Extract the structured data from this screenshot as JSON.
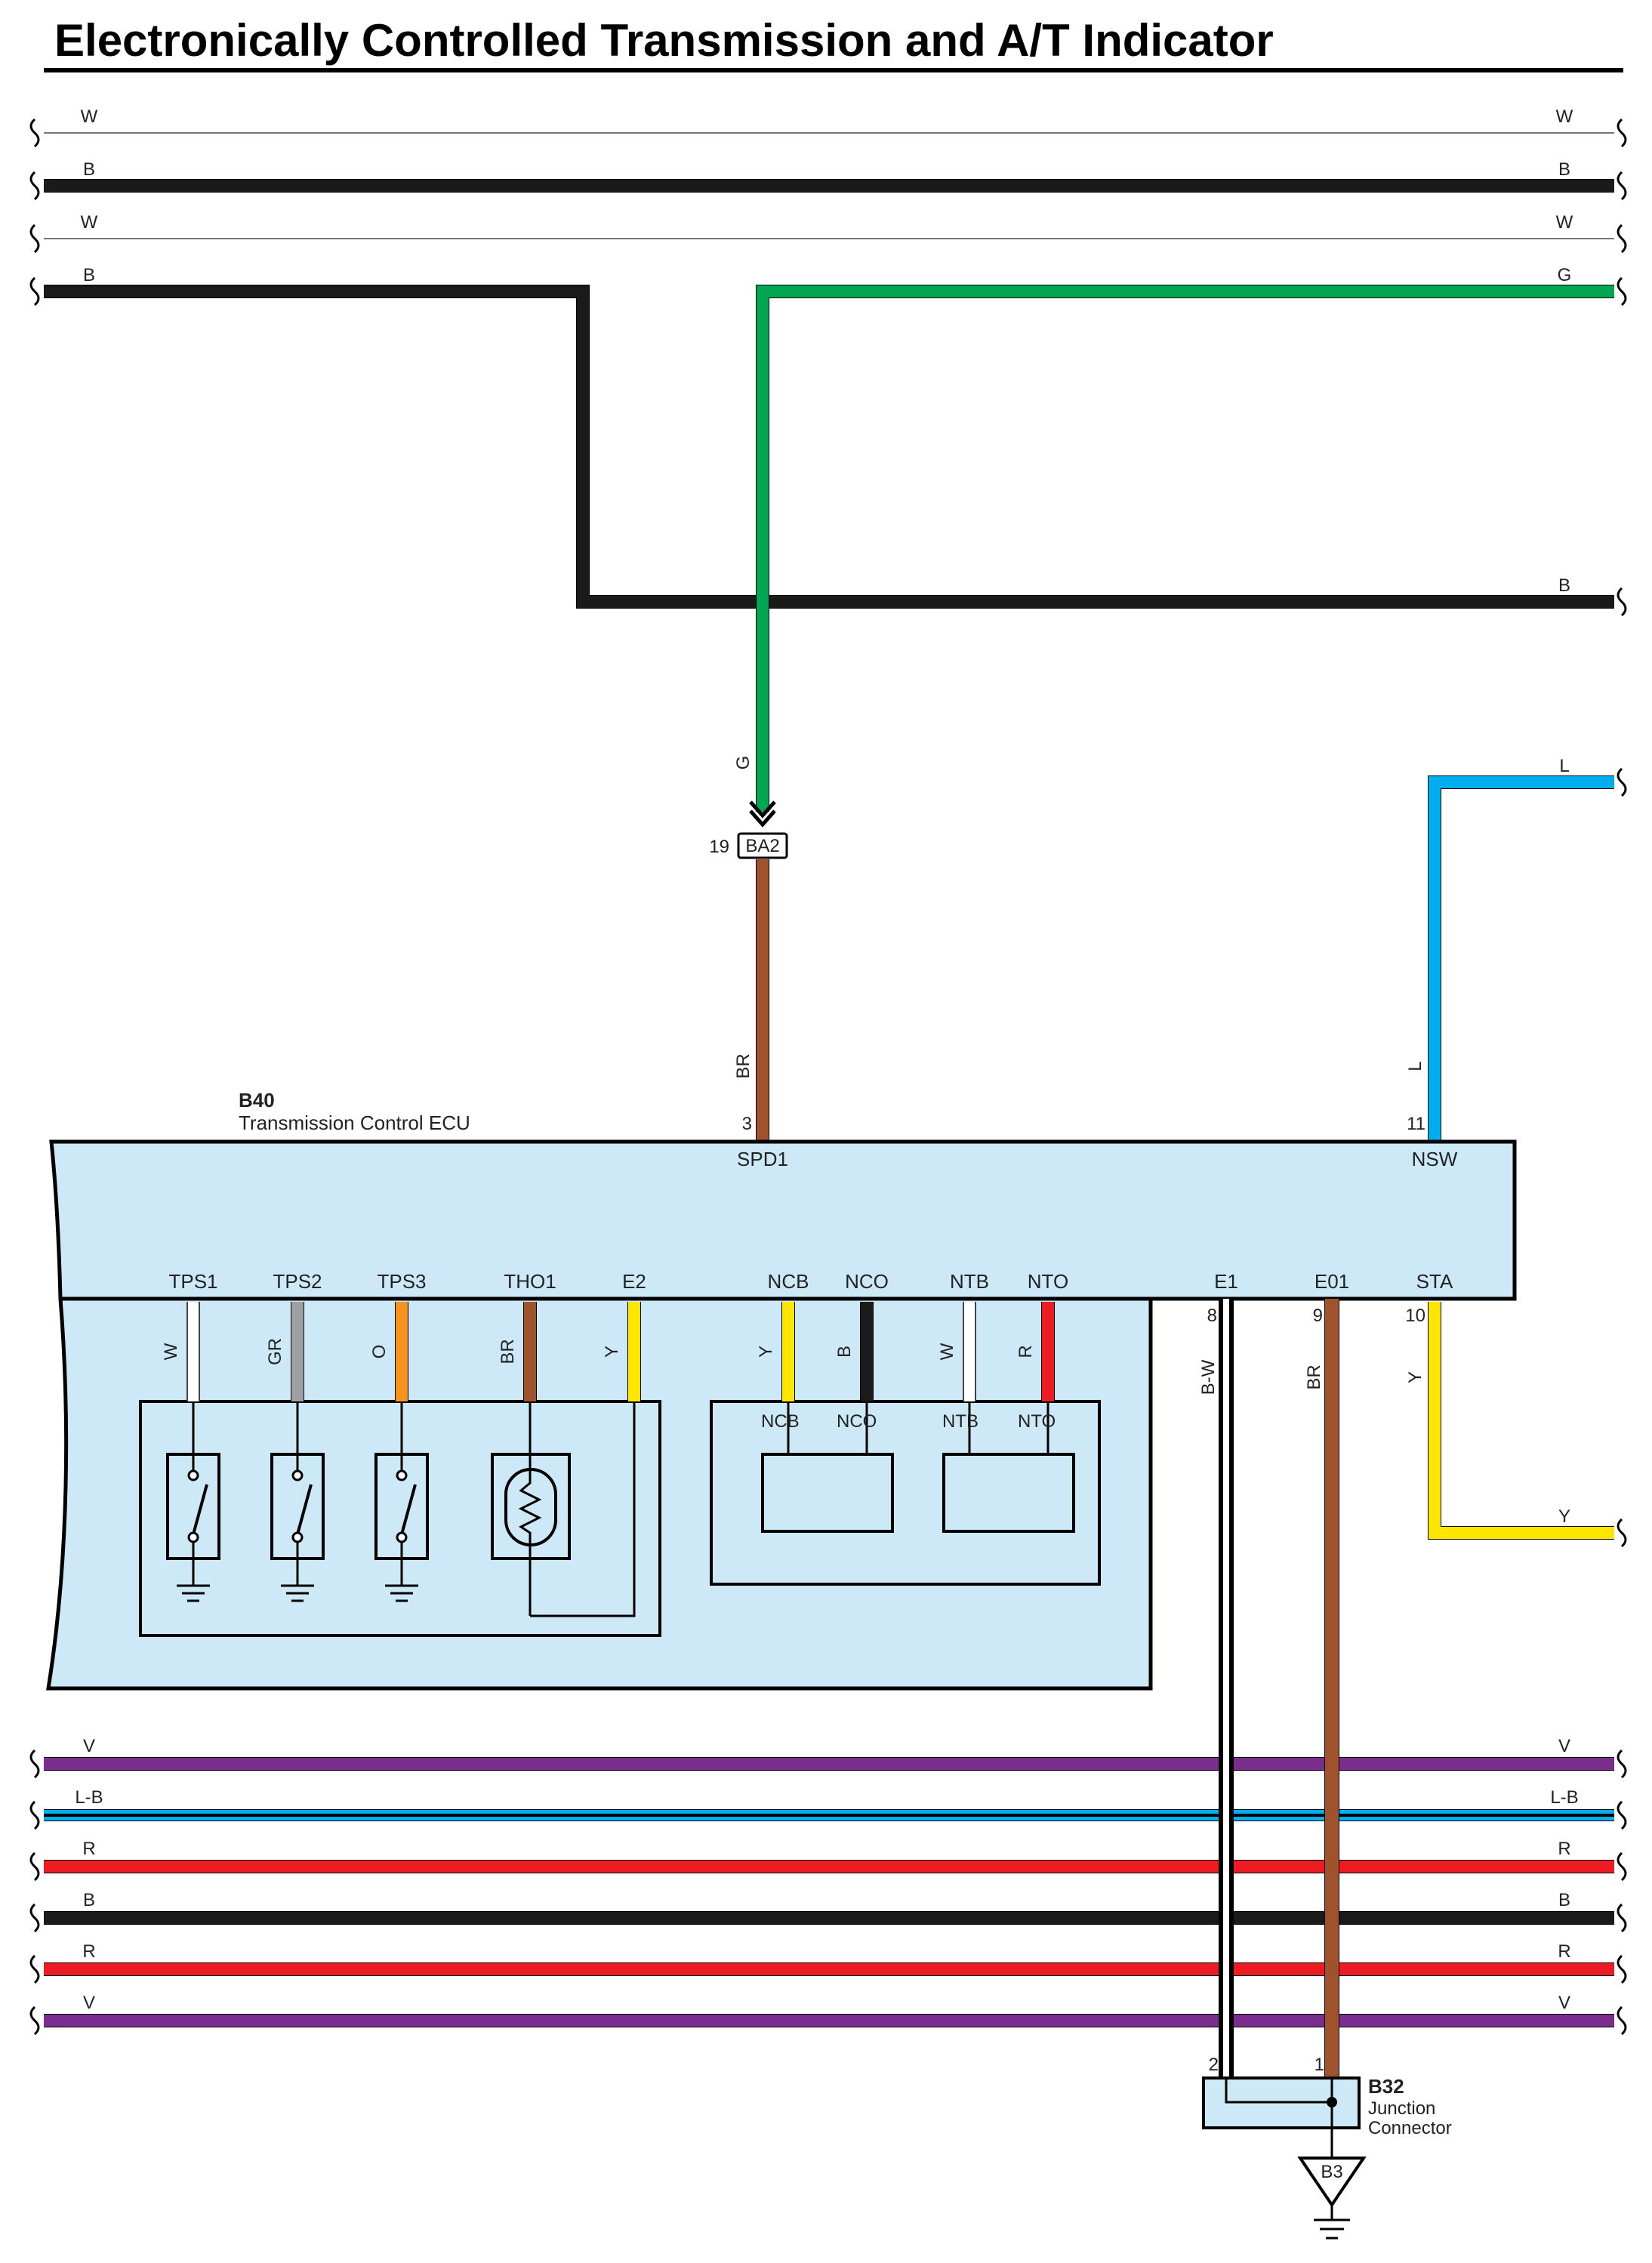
{
  "title": "Electronically Controlled Transmission and A/T Indicator",
  "colors": {
    "W": "#ffffff",
    "B": "#1a1a1a",
    "G": "#00a651",
    "BR": "#a0522d",
    "L": "#00aeef",
    "Y": "#ffe600",
    "GR": "#9d9fa2",
    "O": "#f7941d",
    "R": "#ed1c24",
    "V": "#7b2d8e",
    "ecu_fill": "#cde9f8"
  },
  "top_bus": [
    {
      "left": "W",
      "right": "W"
    },
    {
      "left": "B",
      "right": "B"
    },
    {
      "left": "W",
      "right": "W"
    },
    {
      "left": "B",
      "right": "G"
    }
  ],
  "routed_b": {
    "right": "B"
  },
  "spd_circuit": {
    "upper_color": "G",
    "connector": "BA2",
    "connector_pin": "19",
    "lower_color": "BR",
    "ecu_pin": "3",
    "terminal": "SPD1"
  },
  "nsw_circuit": {
    "right_color": "L",
    "wire_color": "L",
    "ecu_pin": "11",
    "terminal": "NSW"
  },
  "ecu": {
    "code": "B40",
    "name": "Transmission Control ECU"
  },
  "sensor_terminals": [
    {
      "terminal": "TPS1",
      "color": "W"
    },
    {
      "terminal": "TPS2",
      "color": "GR"
    },
    {
      "terminal": "TPS3",
      "color": "O"
    },
    {
      "terminal": "THO1",
      "color": "BR"
    },
    {
      "terminal": "E2",
      "color": "Y"
    }
  ],
  "speed_sensor_terminals": [
    {
      "terminal": "NCB",
      "color": "Y",
      "inner": "NCB"
    },
    {
      "terminal": "NCO",
      "color": "B",
      "inner": "NCO"
    },
    {
      "terminal": "NTB",
      "color": "W",
      "inner": "NTB"
    },
    {
      "terminal": "NTO",
      "color": "R",
      "inner": "NTO"
    }
  ],
  "ground_terminals": [
    {
      "terminal": "E1",
      "pin": "8",
      "color": "B-W",
      "jc_pin": "2"
    },
    {
      "terminal": "E01",
      "pin": "9",
      "color": "BR",
      "jc_pin": "1"
    }
  ],
  "sta_circuit": {
    "terminal": "STA",
    "pin": "10",
    "color": "Y",
    "right_color": "Y"
  },
  "bottom_bus": [
    {
      "left": "V",
      "right": "V"
    },
    {
      "left": "L-B",
      "right": "L-B"
    },
    {
      "left": "R",
      "right": "R"
    },
    {
      "left": "B",
      "right": "B"
    },
    {
      "left": "R",
      "right": "R"
    },
    {
      "left": "V",
      "right": "V"
    }
  ],
  "junction": {
    "code": "B32",
    "line1": "Junction",
    "line2": "Connector"
  },
  "ground_point": "B3"
}
